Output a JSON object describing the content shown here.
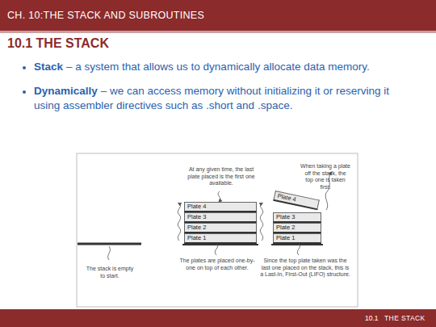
{
  "diagram": {
    "title": "CH. 10:THE STACK AND SUBROUTINES",
    "nodes": [
      {
        "text": [
          "Plate 4"
        ]
      },
      {
        "text": [
          "Plate 3"
        ]
      },
      {
        "text": [
          "Plate 2"
        ]
      },
      {
        "text": [
          "Plate 1"
        ]
      },
      {
        "text": [
          "Plate 4"
        ]
      },
      {
        "text": [
          "Plate 3"
        ]
      },
      {
        "text": [
          "Plate 2"
        ]
      },
      {
        "text": [
          "Plate 1"
        ]
      }
    ],
    "labels": [
      "10.1 THE STACK",
      "Stack",
      "– a system that allows us to dynamically allocate data memory.",
      "Dynamically",
      "– we can access memory without initializing it or reserving it using assembler directives such as .short and .space.",
      "At any given time, the last plate placed is the first one available.",
      "When taking a plate off the stack, the top one is taken first.",
      "The stack is empty to start.",
      "The plates are placed one-by-one on top of each other.",
      "Since the top plate taken was the last one placed on the stack, this is a Last-In, First-Out (LIFO) structure.",
      "10.1",
      "THE STACK"
    ]
  }
}
